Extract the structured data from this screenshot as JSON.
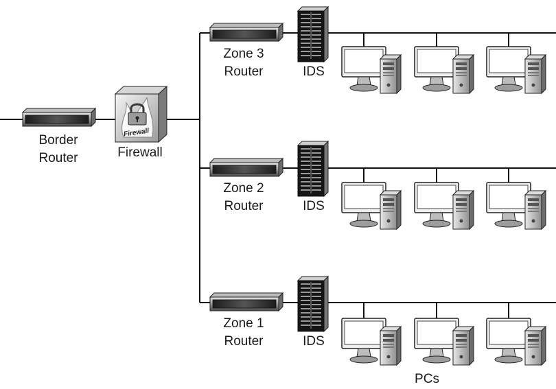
{
  "border_router": {
    "label_line1": "Border",
    "label_line2": "Router",
    "icon": "router-icon"
  },
  "firewall": {
    "label": "Firewall",
    "badge": "Firewall",
    "icon": "firewall-lock-icon"
  },
  "zones": [
    {
      "id": "zone3",
      "router_line1": "Zone 3",
      "router_line2": "Router",
      "ids_label": "IDS"
    },
    {
      "id": "zone2",
      "router_line1": "Zone 2",
      "router_line2": "Router",
      "ids_label": "IDS"
    },
    {
      "id": "zone1",
      "router_line1": "Zone 1",
      "router_line2": "Router",
      "ids_label": "IDS"
    }
  ],
  "pcs_label": "PCs",
  "icons": {
    "router": "router-icon",
    "ids": "ids-rack-icon",
    "pc": "desktop-pc-icon"
  },
  "colors": {
    "line": "#111111",
    "device_dark": "#2b2b2b",
    "device_light": "#d9d9d9"
  }
}
